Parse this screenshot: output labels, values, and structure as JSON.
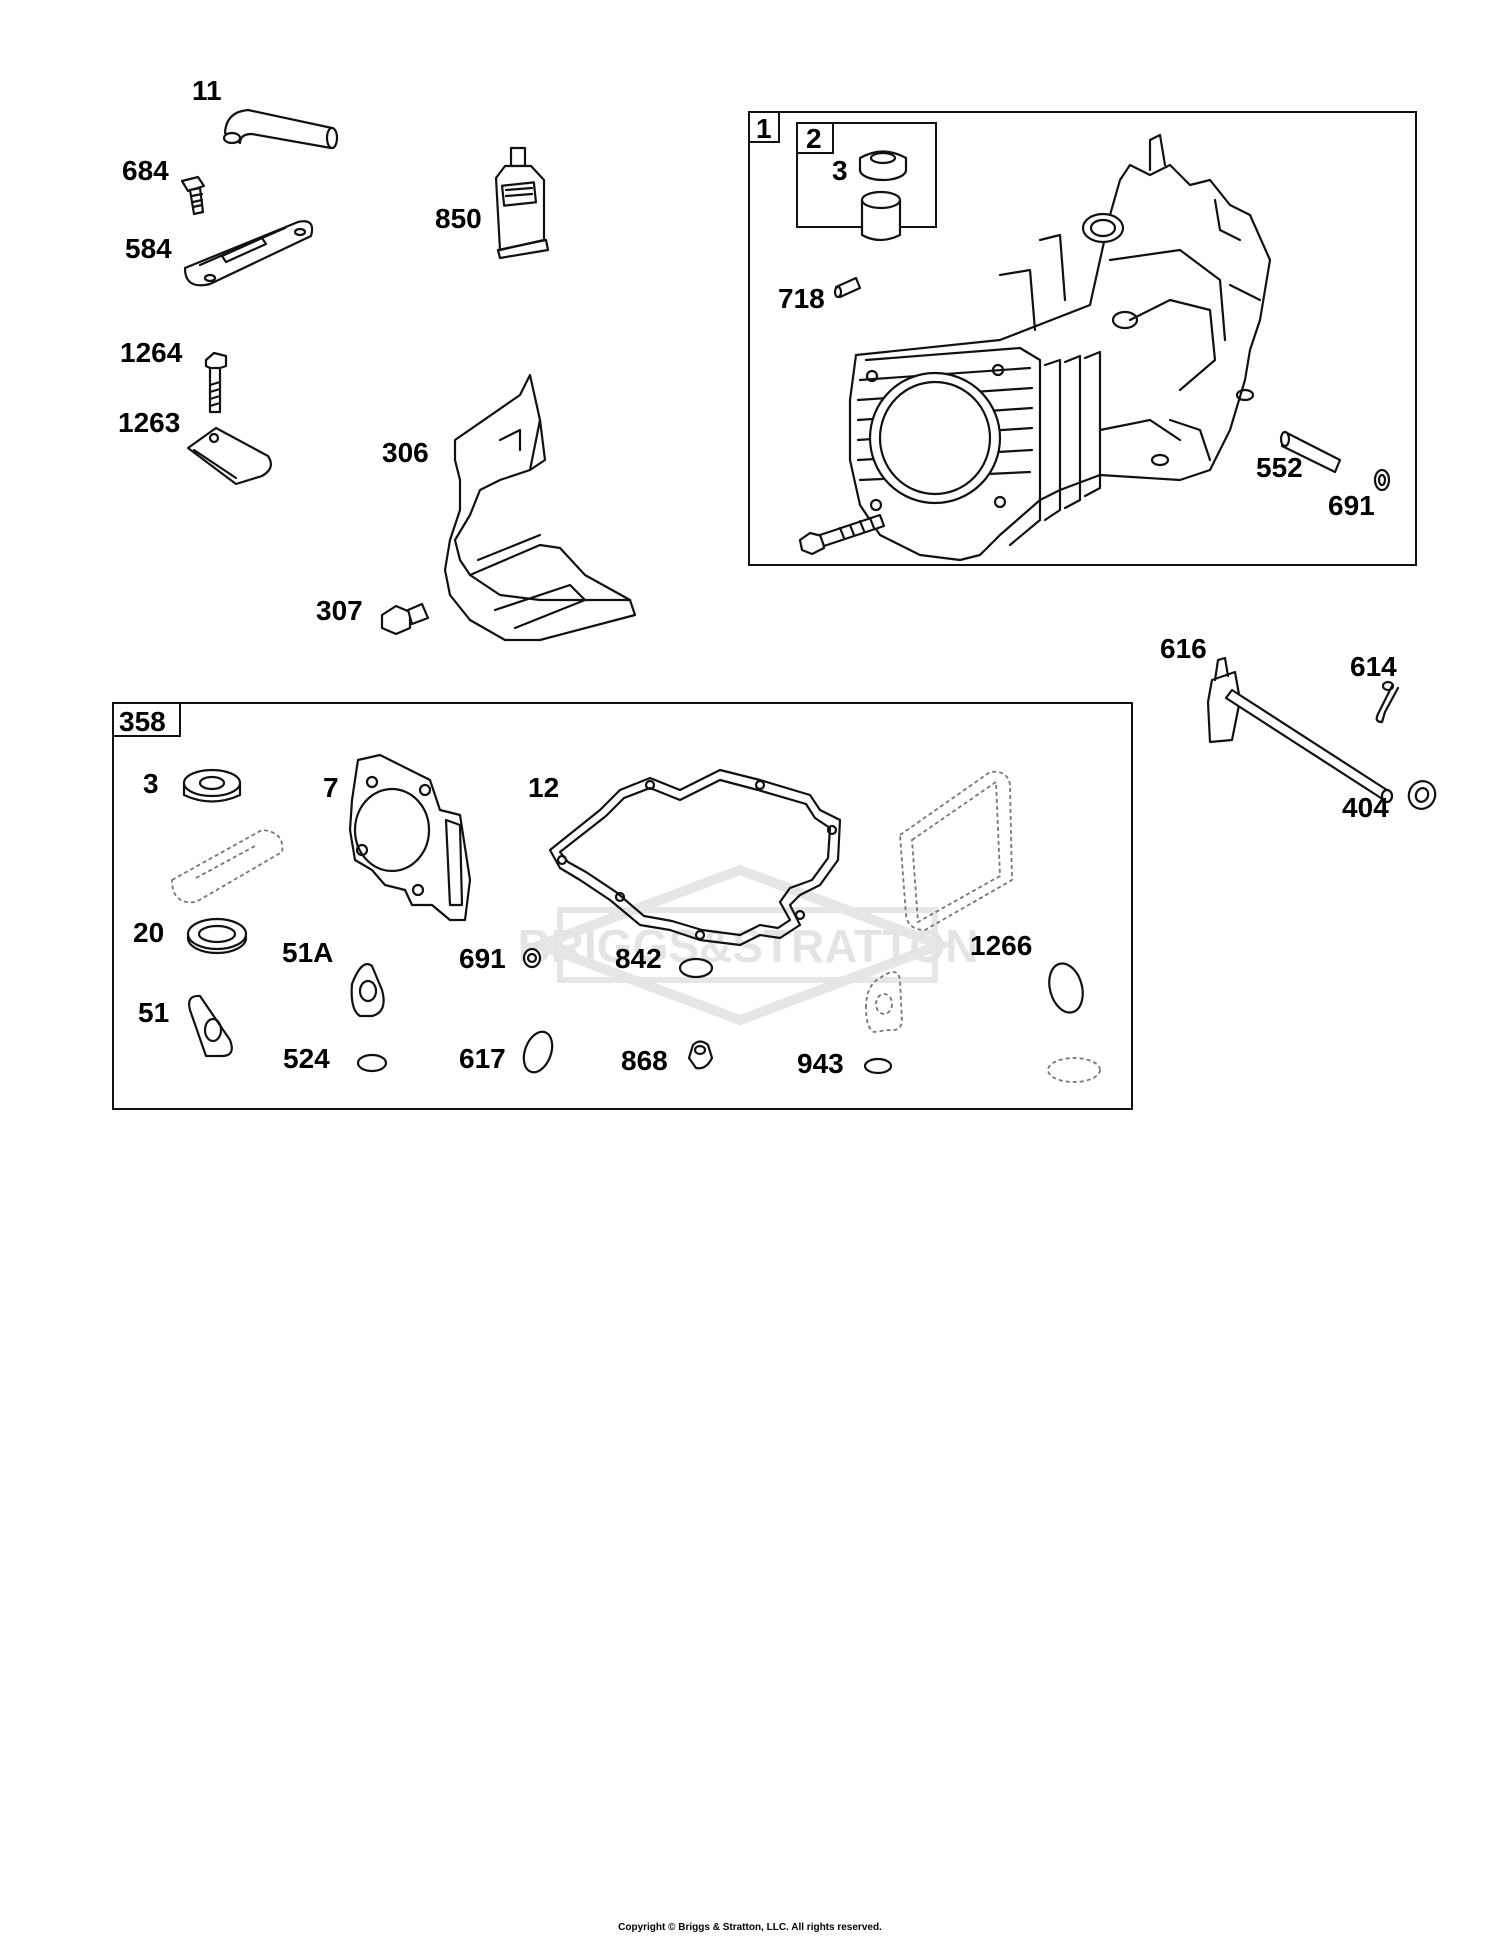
{
  "diagram": {
    "labels": {
      "l11": "11",
      "l684": "684",
      "l584": "584",
      "l850": "850",
      "l1264": "1264",
      "l1263": "1263",
      "l306": "306",
      "l307": "307",
      "l718": "718",
      "l552": "552",
      "l691a": "691",
      "l616": "616",
      "l614": "614",
      "l404": "404",
      "l3b": "3",
      "l7": "7",
      "l12": "12",
      "l20": "20",
      "l51": "51",
      "l51a": "51A",
      "l524": "524",
      "l691b": "691",
      "l617": "617",
      "l842": "842",
      "l868": "868",
      "l943": "943",
      "l1266": "1266"
    },
    "boxes": {
      "b1": "1",
      "b2": "2",
      "b2_3": "3",
      "b358": "358"
    },
    "watermark": "BRIGGS&STRATTON"
  },
  "footer": {
    "copyright": "Copyright © Briggs & Stratton, LLC. All rights reserved."
  }
}
